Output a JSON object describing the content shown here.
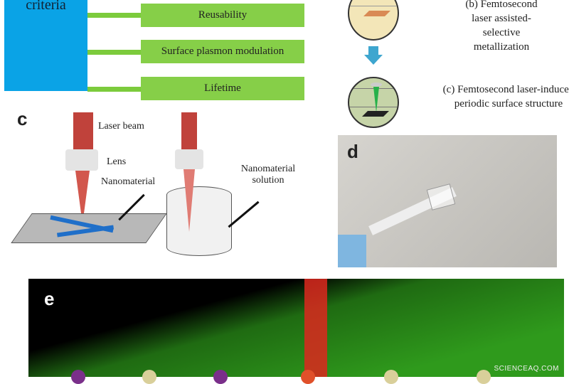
{
  "panel_a": {
    "criteria_label": "criteria",
    "items": [
      "Reusability",
      "Surface plasmon modulation",
      "Lifetime"
    ],
    "colors": {
      "criteria": "#0aa3e6",
      "item": "#86cf48"
    }
  },
  "panel_b": {
    "step_b": "(b) Femtosecond laser assisted-selective metallization",
    "step_b_visible": "laser assisted-\nselective\nmetallization",
    "step_c": "(c) Femtosecond laser-induced periodic surface structure"
  },
  "panel_c": {
    "label": "c",
    "laser_beam": "Laser beam",
    "lens": "Lens",
    "nanomaterial": "Nanomaterial",
    "nanomaterial_solution": "Nanomaterial solution"
  },
  "panel_d": {
    "label": "d"
  },
  "panel_e": {
    "label": "e"
  },
  "watermark": "SCIENCEAQ.COM"
}
